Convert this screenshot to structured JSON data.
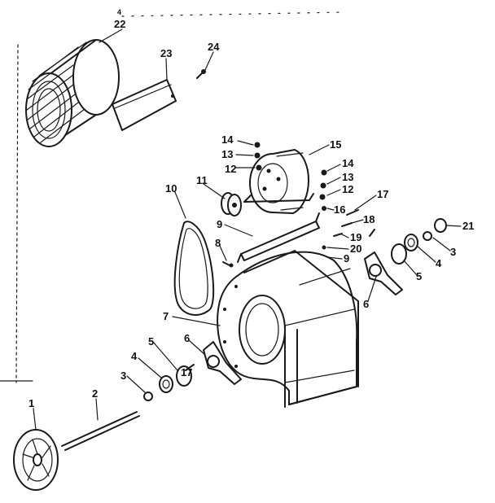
{
  "diagram": {
    "part_labels": [
      {
        "id": "1",
        "text": "1"
      },
      {
        "id": "2",
        "text": "2"
      },
      {
        "id": "3a",
        "text": "3"
      },
      {
        "id": "4a",
        "text": "4"
      },
      {
        "id": "5a",
        "text": "5"
      },
      {
        "id": "6a",
        "text": "6"
      },
      {
        "id": "7",
        "text": "7"
      },
      {
        "id": "8",
        "text": "8"
      },
      {
        "id": "9a",
        "text": "9"
      },
      {
        "id": "9b",
        "text": "9"
      },
      {
        "id": "10",
        "text": "10"
      },
      {
        "id": "11",
        "text": "11"
      },
      {
        "id": "12a",
        "text": "12"
      },
      {
        "id": "12b",
        "text": "12"
      },
      {
        "id": "13a",
        "text": "13"
      },
      {
        "id": "13b",
        "text": "13"
      },
      {
        "id": "14a",
        "text": "14"
      },
      {
        "id": "14b",
        "text": "14"
      },
      {
        "id": "15",
        "text": "15"
      },
      {
        "id": "16",
        "text": "16"
      },
      {
        "id": "17a",
        "text": "17"
      },
      {
        "id": "17b",
        "text": "17"
      },
      {
        "id": "18",
        "text": "18"
      },
      {
        "id": "19",
        "text": "19"
      },
      {
        "id": "20",
        "text": "20"
      },
      {
        "id": "21",
        "text": "21"
      },
      {
        "id": "22",
        "text": "22"
      },
      {
        "id": "23",
        "text": "23"
      },
      {
        "id": "24",
        "text": "24"
      },
      {
        "id": "3b",
        "text": "3"
      },
      {
        "id": "4b",
        "text": "4"
      },
      {
        "id": "5b",
        "text": "5"
      },
      {
        "id": "6b",
        "text": "6"
      }
    ]
  }
}
